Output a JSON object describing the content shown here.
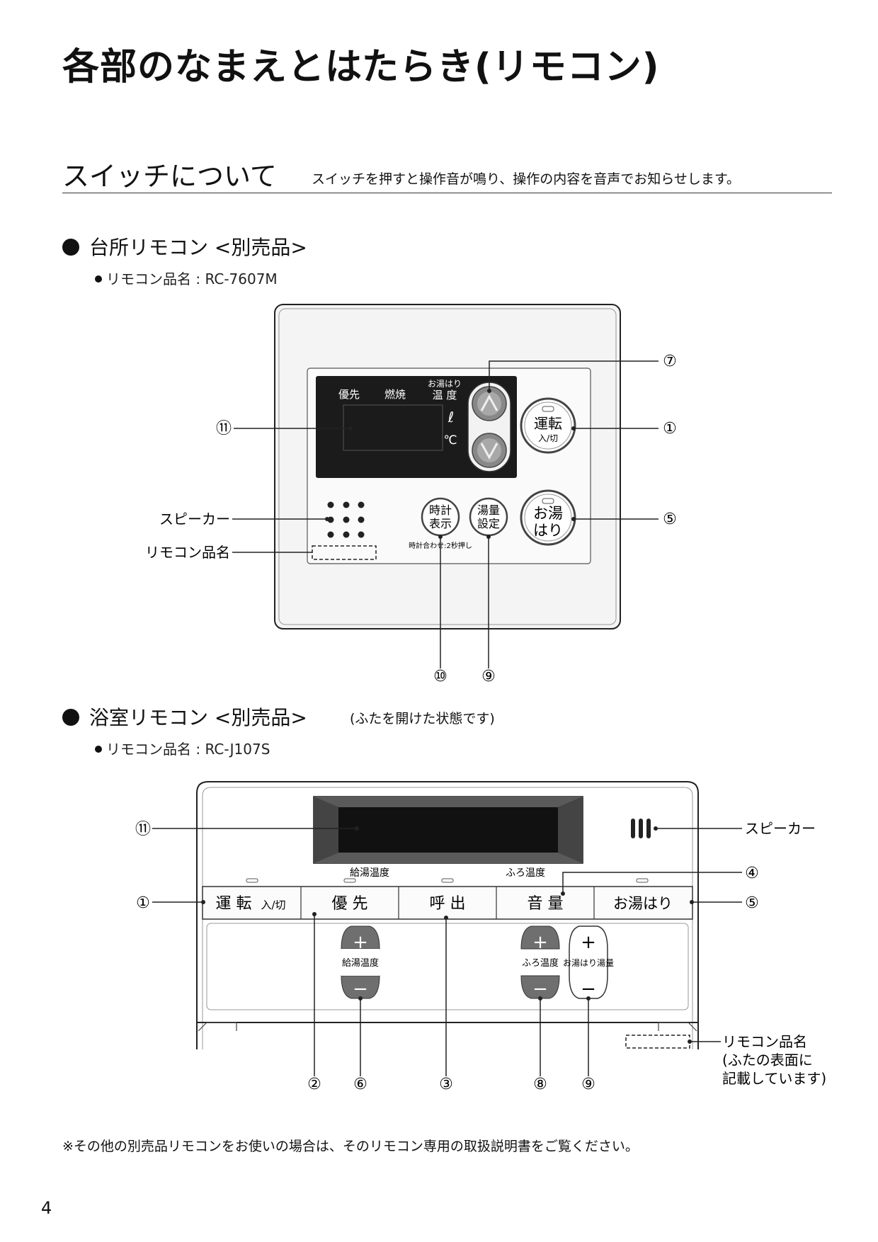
{
  "page_title": "各部のなまえとはたらき(リモコン)",
  "section": {
    "title": "スイッチについて",
    "note": "スイッチを押すと操作音が鳴り、操作の内容を音声でお知らせします。"
  },
  "kitchen": {
    "title": "台所リモコン <別売品>",
    "model_line": "リモコン品名 : RC-7607M",
    "display": {
      "yusen": "優先",
      "nensho": "燃焼",
      "ohari_top": "お湯はり",
      "ondo": "温 度",
      "liter": "ℓ",
      "celsius": "℃"
    },
    "buttons": {
      "unten": [
        "運転",
        "入/切"
      ],
      "ohari": [
        "お湯",
        "はり"
      ],
      "tokei": [
        "時計",
        "表示"
      ],
      "yuryo": [
        "湯量",
        "設定"
      ],
      "tokei_note": "時計合わせ:2秒押し"
    },
    "labels": {
      "speaker": "スピーカー",
      "model_name": "リモコン品名"
    },
    "callouts": {
      "up_down": "⑦",
      "unten": "①",
      "display": "⑪",
      "ohari": "⑤",
      "tokei": "⑩",
      "yuryo": "⑨"
    }
  },
  "bath": {
    "title": "浴室リモコン <別売品>",
    "note": "(ふたを開けた状態です)",
    "model_line": "リモコン品名 : RC-J107S",
    "temp_labels": {
      "kyuto": "給湯温度",
      "furo": "ふろ温度"
    },
    "keys": {
      "unten": "運 転",
      "unten_small": "入/切",
      "yusen": "優 先",
      "yobidashi": "呼 出",
      "onryo": "音 量",
      "ohari": "お湯はり"
    },
    "adjust": {
      "kyuto": "給湯温度",
      "furo": "ふろ温度",
      "ohari_yuryo": "お湯はり湯量",
      "plus": "+",
      "minus": "−"
    },
    "labels": {
      "speaker": "スピーカー",
      "model_name": [
        "リモコン品名",
        "(ふたの表面に",
        "記載しています)"
      ]
    },
    "callouts": {
      "display": "⑪",
      "unten": "①",
      "onryo": "④",
      "ohari": "⑤",
      "yusen": "②",
      "kyuto": "⑥",
      "yobidashi": "③",
      "furo": "⑧",
      "ohari_yuryo": "⑨"
    }
  },
  "footnote": "※その他の別売品リモコンをお使いの場合は、そのリモコン専用の取扱説明書をご覧ください。",
  "page_number": "4"
}
